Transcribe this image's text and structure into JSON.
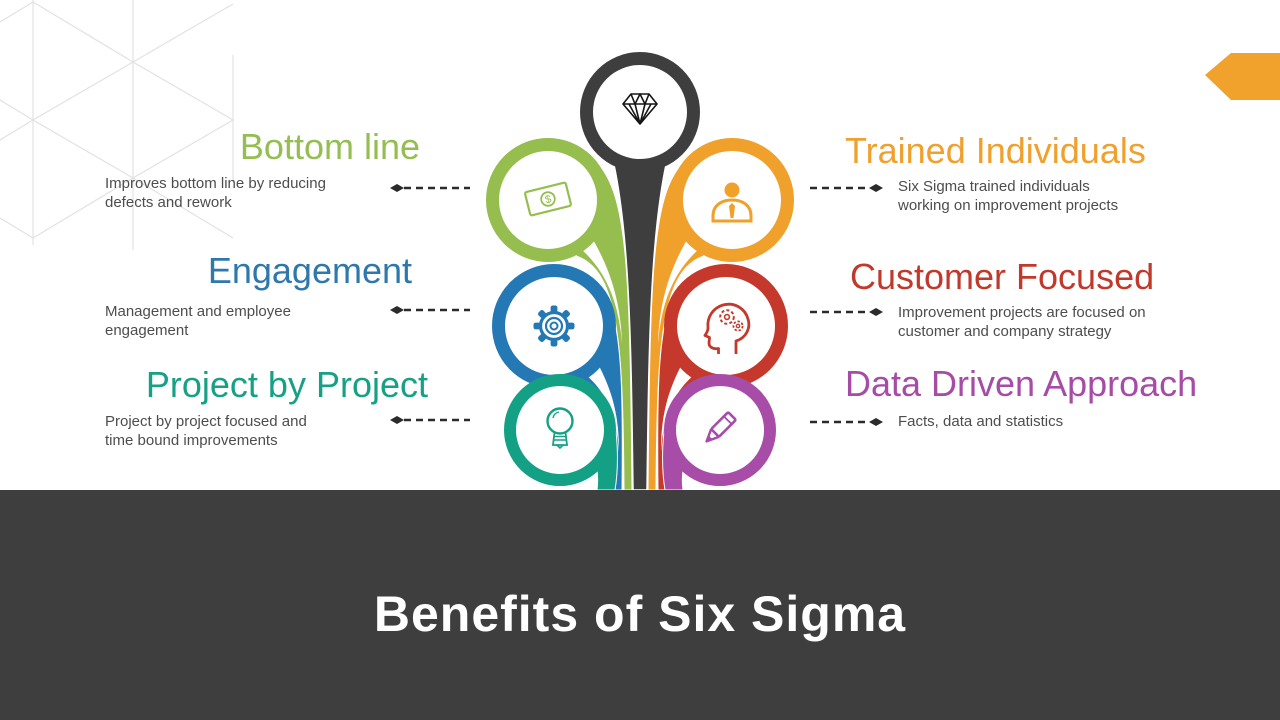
{
  "slide": {
    "title": "Benefits of Six Sigma",
    "band_color": "#3e3e3e",
    "accent_arrow_color": "#f0a22c",
    "center_icon": "diamond"
  },
  "benefits_left": [
    {
      "label": "Bottom line",
      "description": "Improves bottom line by reducing\ndefects and rework",
      "color": "#94be52",
      "icon": "money-banknote"
    },
    {
      "label": "Engagement",
      "description": "Management and employee\nengagement",
      "color": "#2e78ac",
      "icon": "gear"
    },
    {
      "label": "Project by Project",
      "description": "Project by project focused and\ntime bound improvements",
      "color": "#16a085",
      "icon": "lightbulb"
    }
  ],
  "benefits_right": [
    {
      "label": "Trained Individuals",
      "description": "Six Sigma trained individuals\nworking on improvement  projects",
      "color": "#f0a02c",
      "icon": "businessman"
    },
    {
      "label": "Customer Focused",
      "description": "Improvement  projects are focused on\ncustomer and company strategy",
      "color": "#c0392b",
      "icon": "head-with-gears"
    },
    {
      "label": "Data Driven Approach",
      "description": "Facts, data and statistics",
      "color": "#a64ca6",
      "icon": "pencil"
    }
  ],
  "petal_colors": {
    "green": "#96be4e",
    "orange": "#f0a12b",
    "blue": "#2479b5",
    "red": "#c4392b",
    "teal": "#14a085",
    "purple": "#a74da7",
    "dark": "#3e3e3e"
  }
}
